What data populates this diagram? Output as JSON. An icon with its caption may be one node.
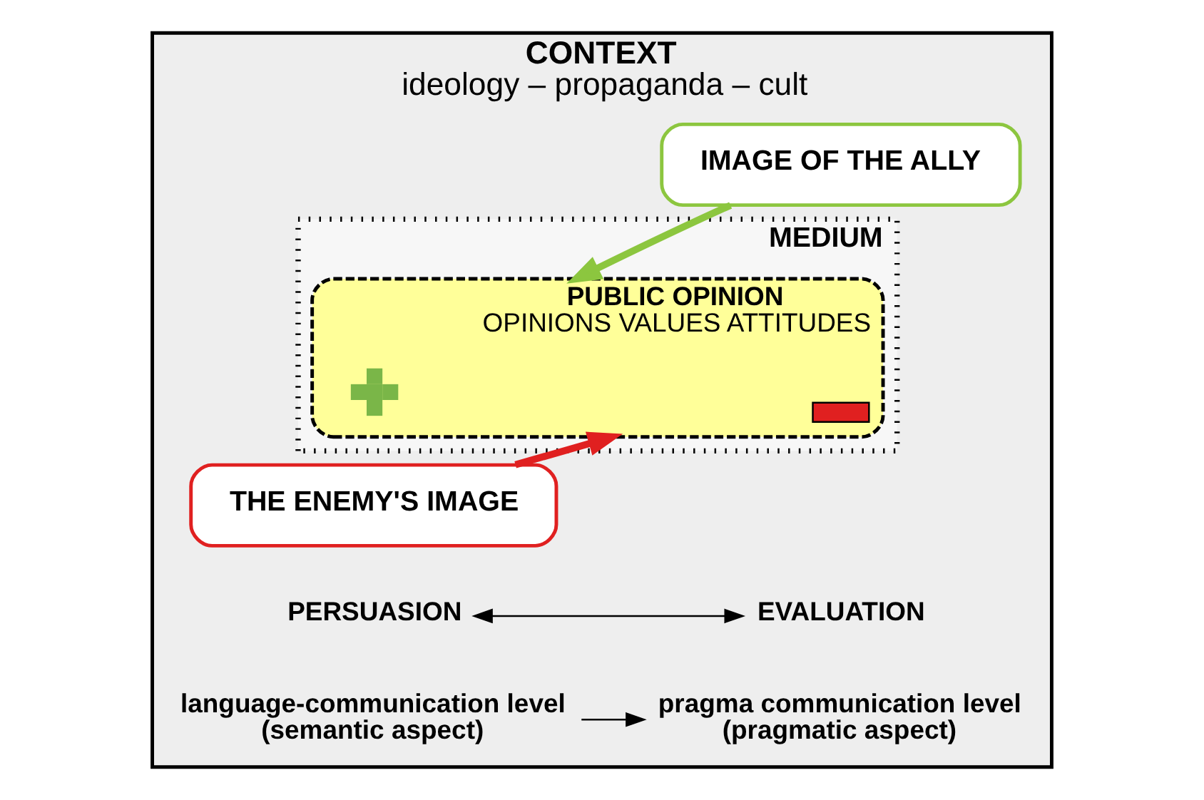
{
  "diagram": {
    "nodes": [
      {
        "text": [
          "CONTEXT",
          "ideology – propaganda – cult"
        ]
      },
      {
        "text": [
          "MEDIUM"
        ],
        "in": 0
      },
      {
        "text": [
          "PUBLIC OPINION",
          "OPINIONS VALUES ATTITUDES"
        ],
        "in": 1
      },
      {
        "text": [],
        "shape": "bar",
        "in": 2
      },
      {
        "text": [],
        "shape": "cross",
        "in": 2
      },
      {
        "text": [
          "THE ENEMY'S IMAGE"
        ],
        "in": 0
      },
      {
        "text": [
          "IMAGE OF THE ALLY"
        ],
        "in": 0
      },
      {
        "text": [
          "PERSUASION"
        ],
        "in": 0
      },
      {
        "text": [
          "EVALUATION"
        ],
        "in": 0
      },
      {
        "text": [
          "language-communication level",
          "(semantic aspect)"
        ],
        "in": 0
      },
      {
        "text": [
          "pragma communication level",
          "(pragmatic aspect)"
        ],
        "in": 0
      }
    ],
    "edges": [
      {
        "from": 5,
        "to": 2,
        "arrow": "to",
        "style": "thick",
        "color": "#e02020"
      },
      {
        "from": 6,
        "to": 2,
        "arrow": "to",
        "style": "thick",
        "color": "#8cc63f"
      },
      {
        "from": 7,
        "to": 8,
        "arrow": "both"
      },
      {
        "from": 9,
        "to": 10,
        "arrow": "to"
      }
    ]
  }
}
